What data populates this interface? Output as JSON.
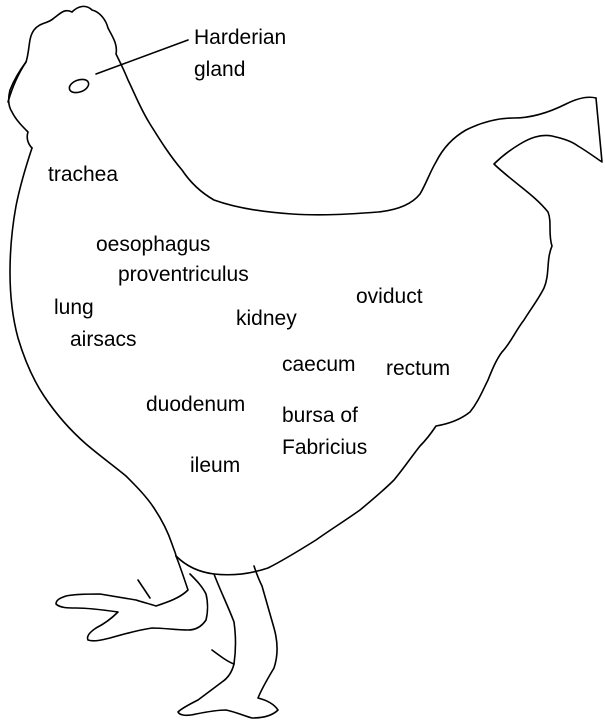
{
  "figure": {
    "labels": {
      "harderian_gland_line1": "Harderian",
      "harderian_gland_line2": "gland",
      "trachea": "trachea",
      "oesophagus": "oesophagus",
      "proventriculus": "proventriculus",
      "lung": "lung",
      "airsacs": "airsacs",
      "kidney": "kidney",
      "oviduct": "oviduct",
      "caecum": "caecum",
      "rectum": "rectum",
      "duodenum": "duodenum",
      "bursa_line1": "bursa of",
      "bursa_line2": "Fabricius",
      "ileum": "ileum"
    }
  }
}
